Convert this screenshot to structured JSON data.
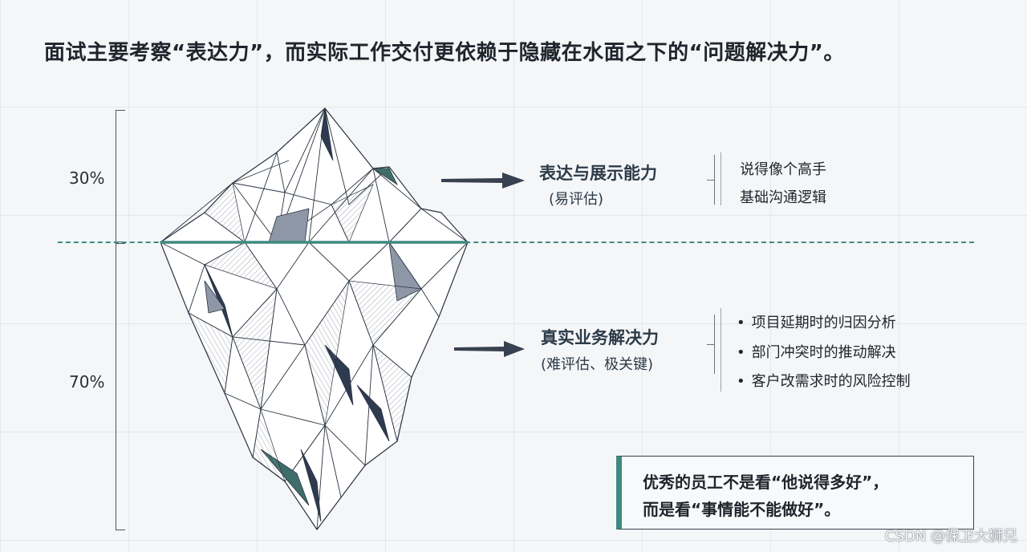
{
  "title": "面试主要考察“表达力”，而实际工作交付更依赖于隐藏在水面之下的“问题解决力”。",
  "percent_top": "30%",
  "percent_bottom": "70%",
  "top_section": {
    "label": "表达与展示能力",
    "sub": "(易评估)",
    "details": [
      "说得像个高手",
      "基础沟通逻辑"
    ]
  },
  "bottom_section": {
    "label": "真实业务解决力",
    "sub": "(难评估、极关键)",
    "details": [
      "项目延期时的归因分析",
      "部门冲突时的推动解决",
      "客户改需求时的风险控制"
    ]
  },
  "quote": {
    "line1": "优秀的员工不是看“他说得多好”，",
    "line2": "而是看“事情能不能做好”。"
  },
  "watermark": "CSDN @保卫大狮兄",
  "colors": {
    "accent": "#3d8a80",
    "dark_facet": "#2e3a4f",
    "teal_facet": "#3f6e6a",
    "grey_facet": "#8e97a6",
    "line": "#2a3340"
  }
}
